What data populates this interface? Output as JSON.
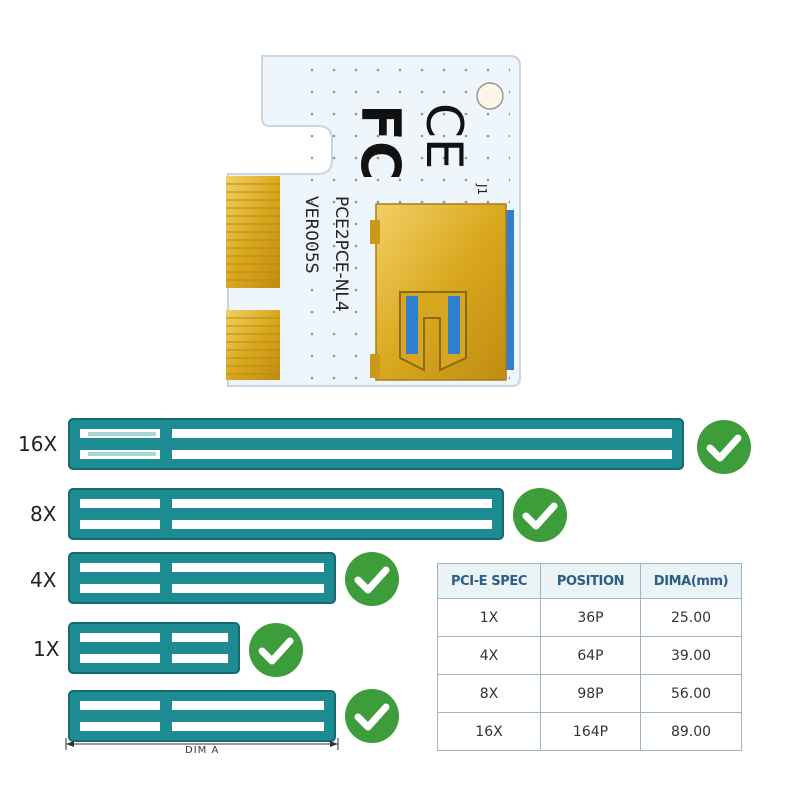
{
  "board": {
    "certifications": [
      "FCC",
      "CE"
    ],
    "model": "PCE2PCE-NL4",
    "version": "VER005S",
    "connector_label": "J1"
  },
  "slots": [
    {
      "label": "16X",
      "compatible": true
    },
    {
      "label": "8X",
      "compatible": true
    },
    {
      "label": "4X",
      "compatible": true
    },
    {
      "label": "1X",
      "compatible": true
    },
    {
      "label": "",
      "compatible": true
    }
  ],
  "dimension_label": "DIM A",
  "spec_table": {
    "headers": [
      "PCI-E SPEC",
      "POSITION",
      "DIMA(mm)"
    ],
    "rows": [
      [
        "1X",
        "36P",
        "25.00"
      ],
      [
        "4X",
        "64P",
        "39.00"
      ],
      [
        "8X",
        "98P",
        "56.00"
      ],
      [
        "16X",
        "164P",
        "89.00"
      ]
    ]
  },
  "colors": {
    "slot": "#1d8c92",
    "check": "#3c9d3a",
    "board": "#eef5fb",
    "gold": "#e3b126",
    "usb_blue": "#2f7fd0"
  }
}
